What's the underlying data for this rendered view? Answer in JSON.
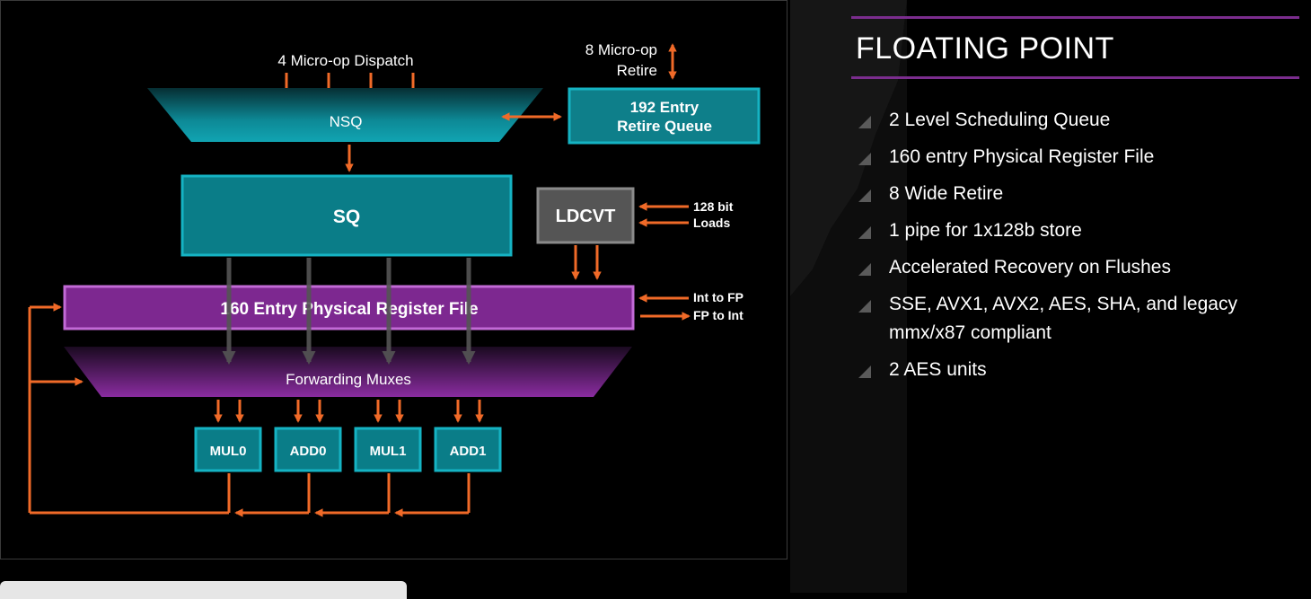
{
  "diagram": {
    "dispatch_label": "4 Micro-op Dispatch",
    "retire_label_1": "8 Micro-op",
    "retire_label_2": "Retire",
    "nsq": "NSQ",
    "retire_queue_1": "192 Entry",
    "retire_queue_2": "Retire Queue",
    "sq": "SQ",
    "ldcvt": "LDCVT",
    "loads_1": "128 bit",
    "loads_2": "Loads",
    "prf": "160 Entry Physical Register File",
    "int_to_fp": "Int to FP",
    "fp_to_int": "FP to Int",
    "forwarding": "Forwarding Muxes",
    "units": [
      "MUL0",
      "ADD0",
      "MUL1",
      "ADD1"
    ]
  },
  "panel": {
    "title": "FLOATING POINT",
    "bullets": [
      "2 Level Scheduling Queue",
      "160 entry Physical Register File",
      "8 Wide Retire",
      "1 pipe for 1x128b store",
      "Accelerated Recovery on Flushes",
      "SSE, AVX1, AVX2, AES, SHA, and legacy mmx/x87 compliant",
      "2 AES units"
    ]
  },
  "colors": {
    "teal": "#0e8a96",
    "purple": "#8a2ca0",
    "arrow": "#f06a28",
    "gray_box": "#5a5a5a",
    "accent_line": "#7b2d8e"
  }
}
